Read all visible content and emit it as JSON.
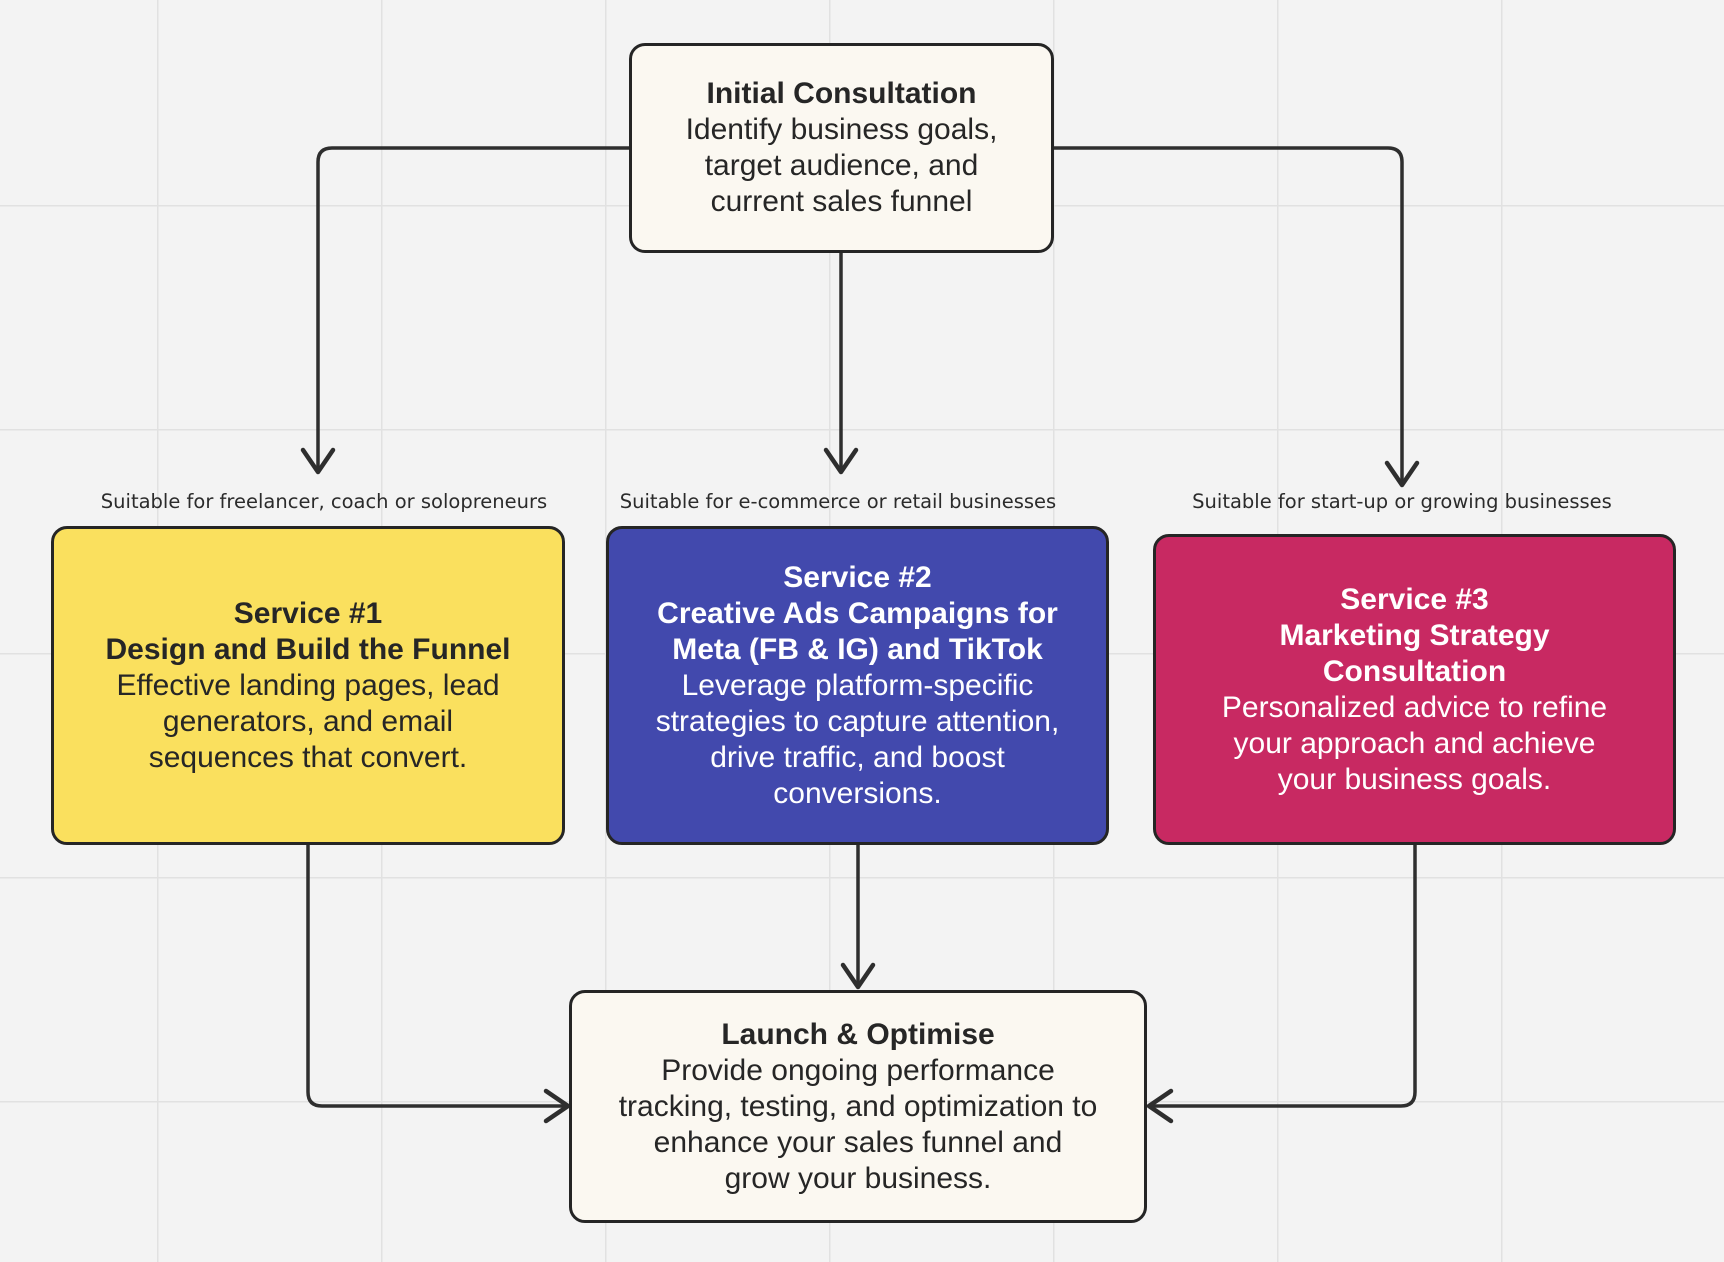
{
  "nodes": {
    "consultation": {
      "title": "Initial Consultation",
      "lines": [
        "Identify business goals,",
        "target audience, and",
        "current sales funnel"
      ]
    },
    "service1": {
      "caption": "Suitable for freelancer, coach or solopreneurs",
      "title_lines": [
        "Service #1",
        "Design and Build the Funnel"
      ],
      "lines": [
        "Effective landing pages, lead",
        "generators, and email",
        "sequences that convert."
      ],
      "color": "#fae05e"
    },
    "service2": {
      "caption": "Suitable for e-commerce or retail businesses",
      "title_lines": [
        "Service #2",
        "Creative Ads Campaigns for",
        "Meta (FB & IG) and TikTok"
      ],
      "lines": [
        "Leverage platform-specific",
        "strategies to capture attention,",
        "drive traffic, and boost",
        "conversions."
      ],
      "color": "#4249ad"
    },
    "service3": {
      "caption": "Suitable for start-up or growing businesses",
      "title_lines": [
        "Service #3",
        "Marketing Strategy",
        "Consultation"
      ],
      "lines": [
        "Personalized advice to refine",
        "your approach and achieve",
        "your business goals."
      ],
      "color": "#c82962"
    },
    "launch": {
      "title": "Launch & Optimise",
      "lines": [
        "Provide ongoing performance",
        "tracking, testing, and optimization to",
        "enhance your sales funnel and",
        "grow your business."
      ]
    }
  },
  "edges": [
    {
      "from": "Initial Consultation",
      "to": "Service #1"
    },
    {
      "from": "Initial Consultation",
      "to": "Service #2"
    },
    {
      "from": "Initial Consultation",
      "to": "Service #3"
    },
    {
      "from": "Service #1",
      "to": "Launch & Optimise"
    },
    {
      "from": "Service #2",
      "to": "Launch & Optimise"
    },
    {
      "from": "Service #3",
      "to": "Launch & Optimise"
    }
  ],
  "colors": {
    "stroke": "#2e2e2e",
    "node_light": "#fbf8f1",
    "canvas": "#f3f3f3"
  }
}
